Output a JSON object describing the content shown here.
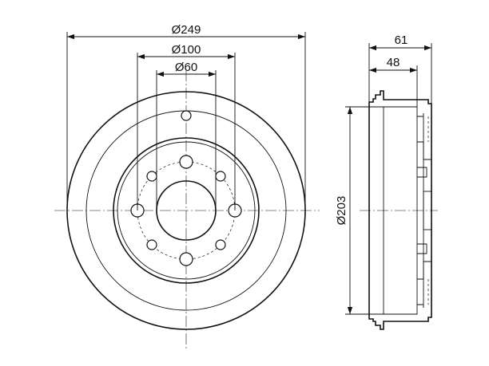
{
  "dimensions": {
    "front_view": {
      "outer_diameter": "Ø249",
      "bolt_circle": "Ø100",
      "center_bore": "Ø60"
    },
    "side_view": {
      "overall_width": "61",
      "drum_depth": "48",
      "inner_diameter": "Ø203"
    }
  }
}
